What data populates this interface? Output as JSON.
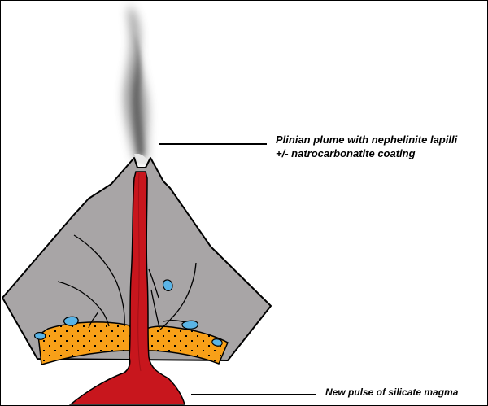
{
  "labels": {
    "plume_line1": "Plinian plume with nephelinite lapilli",
    "plume_line2": "+/- natrocarbonatite coating",
    "magma": "New pulse of silicate magma"
  },
  "colors": {
    "volcano_body": "#a8a5a6",
    "outline": "#000000",
    "magma": "#c8161d",
    "tuff_layer": "#f8a018",
    "water_pockets": "#5ab4e6",
    "plume": "#8a8a8a"
  }
}
